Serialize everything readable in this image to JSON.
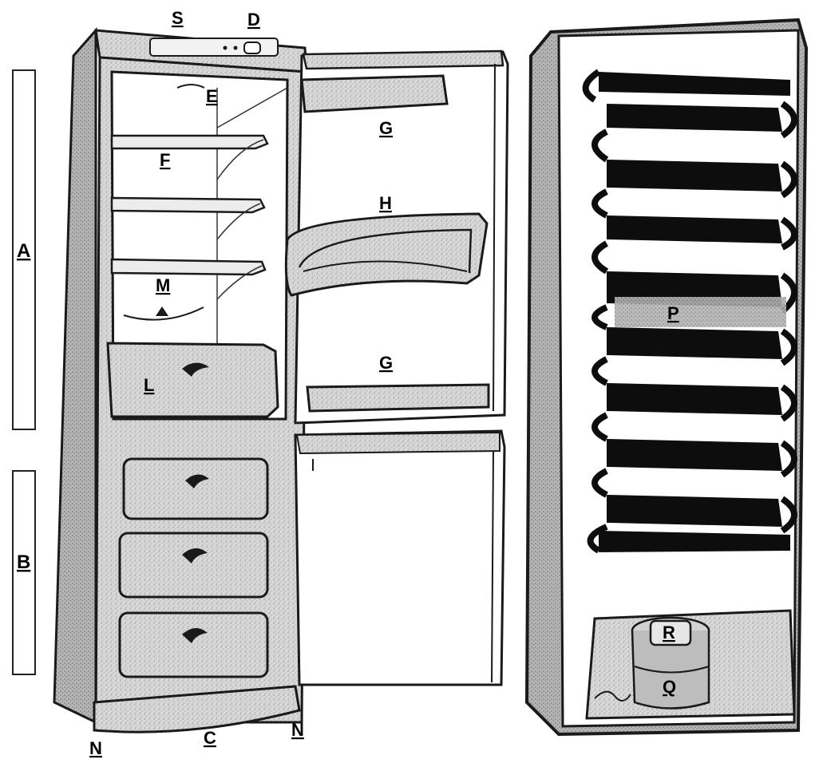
{
  "colors": {
    "line": "#1a1a1a",
    "fill_light": "#e4e4e4",
    "fill_mid": "#c9c9c9",
    "fill_dark": "#a9a9a9",
    "coil": "#0d0d0d",
    "white": "#ffffff"
  },
  "labels": {
    "A": "A",
    "B": "B",
    "C": "C",
    "D": "D",
    "E": "E",
    "F": "F",
    "G_top": "G",
    "G_bottom": "G",
    "H": "H",
    "L": "L",
    "M": "M",
    "N_left": "N",
    "N_right": "N",
    "P": "P",
    "Q": "Q",
    "R": "R",
    "S": "S"
  },
  "icons": {
    "flag_on_controls": "thermostat-knob-icon",
    "drawer_handle": "drawer-handle-icon"
  }
}
